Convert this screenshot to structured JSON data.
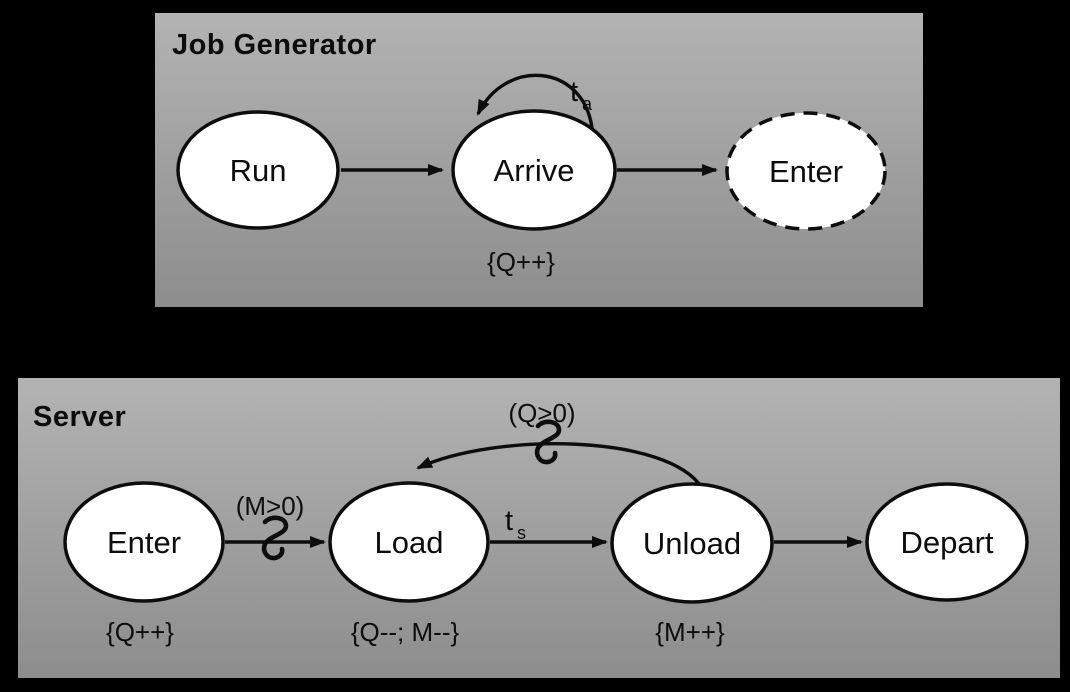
{
  "colors": {
    "background": "#000000",
    "panel_top": "#b3b3b3",
    "panel_bottom": "#8d8d8d",
    "node_fill": "#ffffff",
    "ink": "#0d0d0d"
  },
  "job_generator": {
    "title": "Job Generator",
    "states": [
      {
        "id": "run",
        "label": "Run",
        "style": "solid"
      },
      {
        "id": "arrive",
        "label": "Arrive",
        "style": "solid",
        "action": "{Q++}"
      },
      {
        "id": "enter",
        "label": "Enter",
        "style": "dashed"
      }
    ],
    "edges": [
      {
        "from": "run",
        "to": "arrive"
      },
      {
        "from": "arrive",
        "to": "enter"
      },
      {
        "from": "arrive",
        "to": "arrive",
        "type": "self-loop",
        "label_main": "t",
        "label_sub": "a"
      }
    ]
  },
  "server": {
    "title": "Server",
    "states": [
      {
        "id": "enter",
        "label": "Enter",
        "style": "solid",
        "action": "{Q++}"
      },
      {
        "id": "load",
        "label": "Load",
        "style": "solid",
        "action": "{Q--; M--}"
      },
      {
        "id": "unload",
        "label": "Unload",
        "style": "solid",
        "action": "{M++}"
      },
      {
        "id": "depart",
        "label": "Depart",
        "style": "solid"
      }
    ],
    "edges": [
      {
        "from": "enter",
        "to": "load",
        "condition": "(M>0)",
        "squiggle": true
      },
      {
        "from": "load",
        "to": "unload",
        "label_main": "t",
        "label_sub": "s"
      },
      {
        "from": "unload",
        "to": "depart"
      },
      {
        "from": "unload",
        "to": "load",
        "type": "curved-back",
        "condition": "(Q>0)",
        "squiggle": true
      }
    ]
  }
}
